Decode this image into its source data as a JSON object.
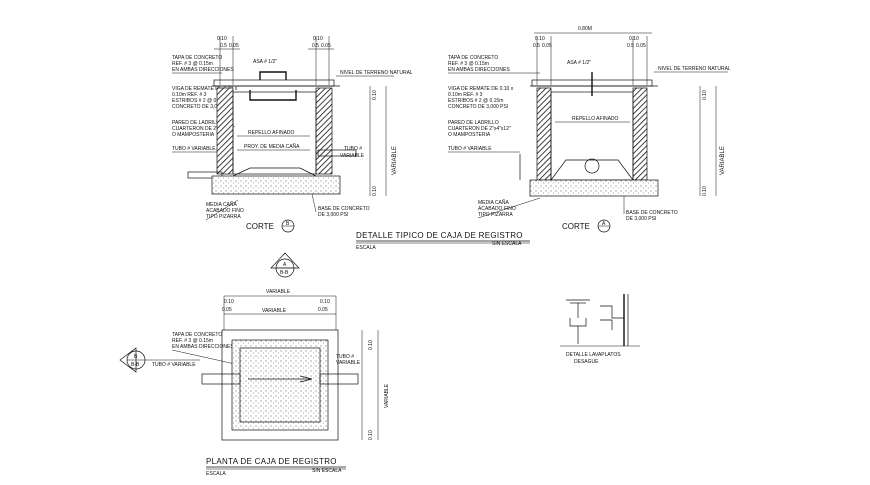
{
  "section_b": {
    "dims_top": [
      "0.10",
      "0.5",
      "0.05"
    ],
    "dims_top_right": [
      "0.10",
      "0.5",
      "0.05"
    ],
    "labels": {
      "tapa": "TAPA DE CONCRETO",
      "tapa_ref": "REF. # 3 @ 0.15m",
      "tapa_dir": "EN AMBAS DIRECCIONES",
      "asa": "ASA # 1/2\"",
      "nivel": "NIVEL DE TERRENO NATURAL",
      "viga": "VIGA DE REMATE DE 0.10 x",
      "viga_ref": "0.10m REF. # 3",
      "estribos": "ESTRIBOS # 2 @ 0.15m",
      "concreto": "CONCRETO DE 3,000 PSI",
      "pared": "PARED DE LADRILLO",
      "cuarteron": "CUARTERON DE 2\"x4\"x12\"",
      "mamposteria": "O MAMPOSTERIA",
      "tubo_left": "TUBO # VARIABLE",
      "repello": "REPELLO AFINADO",
      "media_cana": "PROY. DE MEDIA CAÑA",
      "tubo_right": "TUBO #",
      "tubo_right_var": "VARIABLE",
      "variable": "VARIABLE",
      "bottom_media": "MEDIA CAÑA",
      "bottom_acabado": "ACABADO FINO",
      "bottom_tipo": "TIPO PIZARRA",
      "base": "BASE DE CONCRETO",
      "base_psi": "DE 3,000 PSI",
      "corte": "CORTE",
      "corte_letter": "B"
    },
    "right_dims": [
      "0.10",
      "0.10"
    ]
  },
  "section_a": {
    "top_dim": "0.80M",
    "dims_top": [
      "0.10",
      "0.5",
      "0.05"
    ],
    "labels": {
      "tapa": "TAPA DE CONCRETO",
      "tapa_ref": "REF. # 3 @ 0.15m",
      "tapa_dir": "EN AMBAS DIRECCIONES",
      "asa": "ASA # 1/2\"",
      "nivel": "NIVEL DE TERRENO NATURAL",
      "viga": "VIGA DE REMATE DE 0.10 x",
      "viga_ref": "0.10m REF. # 3",
      "estribos": "ESTRIBOS # 2 @ 0.15m",
      "concreto": "CONCRETO DE 3,000 PSI",
      "pared": "PARED DE LADRILLO",
      "cuarteron": "CUARTERON DE 2\"x4\"x12\"",
      "mamposteria": "O MAMPOSTERIA",
      "tubo_left": "TUBO # VARIABLE",
      "repello": "REPELLO AFINADO",
      "variable": "VARIABLE",
      "bottom_media": "MEDIA CAÑA",
      "bottom_acabado": "ACABADO FINO",
      "bottom_tipo": "TIPO PIZARRA",
      "base": "BASE DE CONCRETO",
      "base_psi": "DE 3,000 PSI",
      "corte": "CORTE",
      "corte_letter": "A"
    }
  },
  "detail_title": {
    "title": "DETALLE TIPICO DE CAJA DE REGISTRO",
    "escala": "ESCALA",
    "sin_escala": "SIN ESCALA"
  },
  "plan": {
    "marker_a_letter": "A",
    "marker_a_sub": "B-B",
    "marker_b_letter": "B",
    "marker_b_sub": "B-B",
    "top_variable": "VARIABLE",
    "dims_top": [
      "0.10",
      "0.10"
    ],
    "dims_sub": [
      "0.05",
      "0.05"
    ],
    "inner_variable": "VARIABLE",
    "tapa": "TAPA DE CONCRETO",
    "tapa_ref": "REF. # 3 @ 0.15m",
    "tapa_dir": "EN AMBAS DIRECCIONES",
    "tubo_left": "TUBO # VARIABLE",
    "tubo_right": "TUBO #",
    "tubo_right_var": "VARIABLE",
    "side_variable": "VARIABLE",
    "right_dims": [
      "0.10",
      "0.10"
    ],
    "title": "PLANTA DE CAJA DE REGISTRO",
    "escala": "ESCALA",
    "sin_escala": "SIN ESCALA"
  },
  "lavaplatos": {
    "title": "DETALLE LAVAPLATOS",
    "sub": "DESAGUE"
  }
}
